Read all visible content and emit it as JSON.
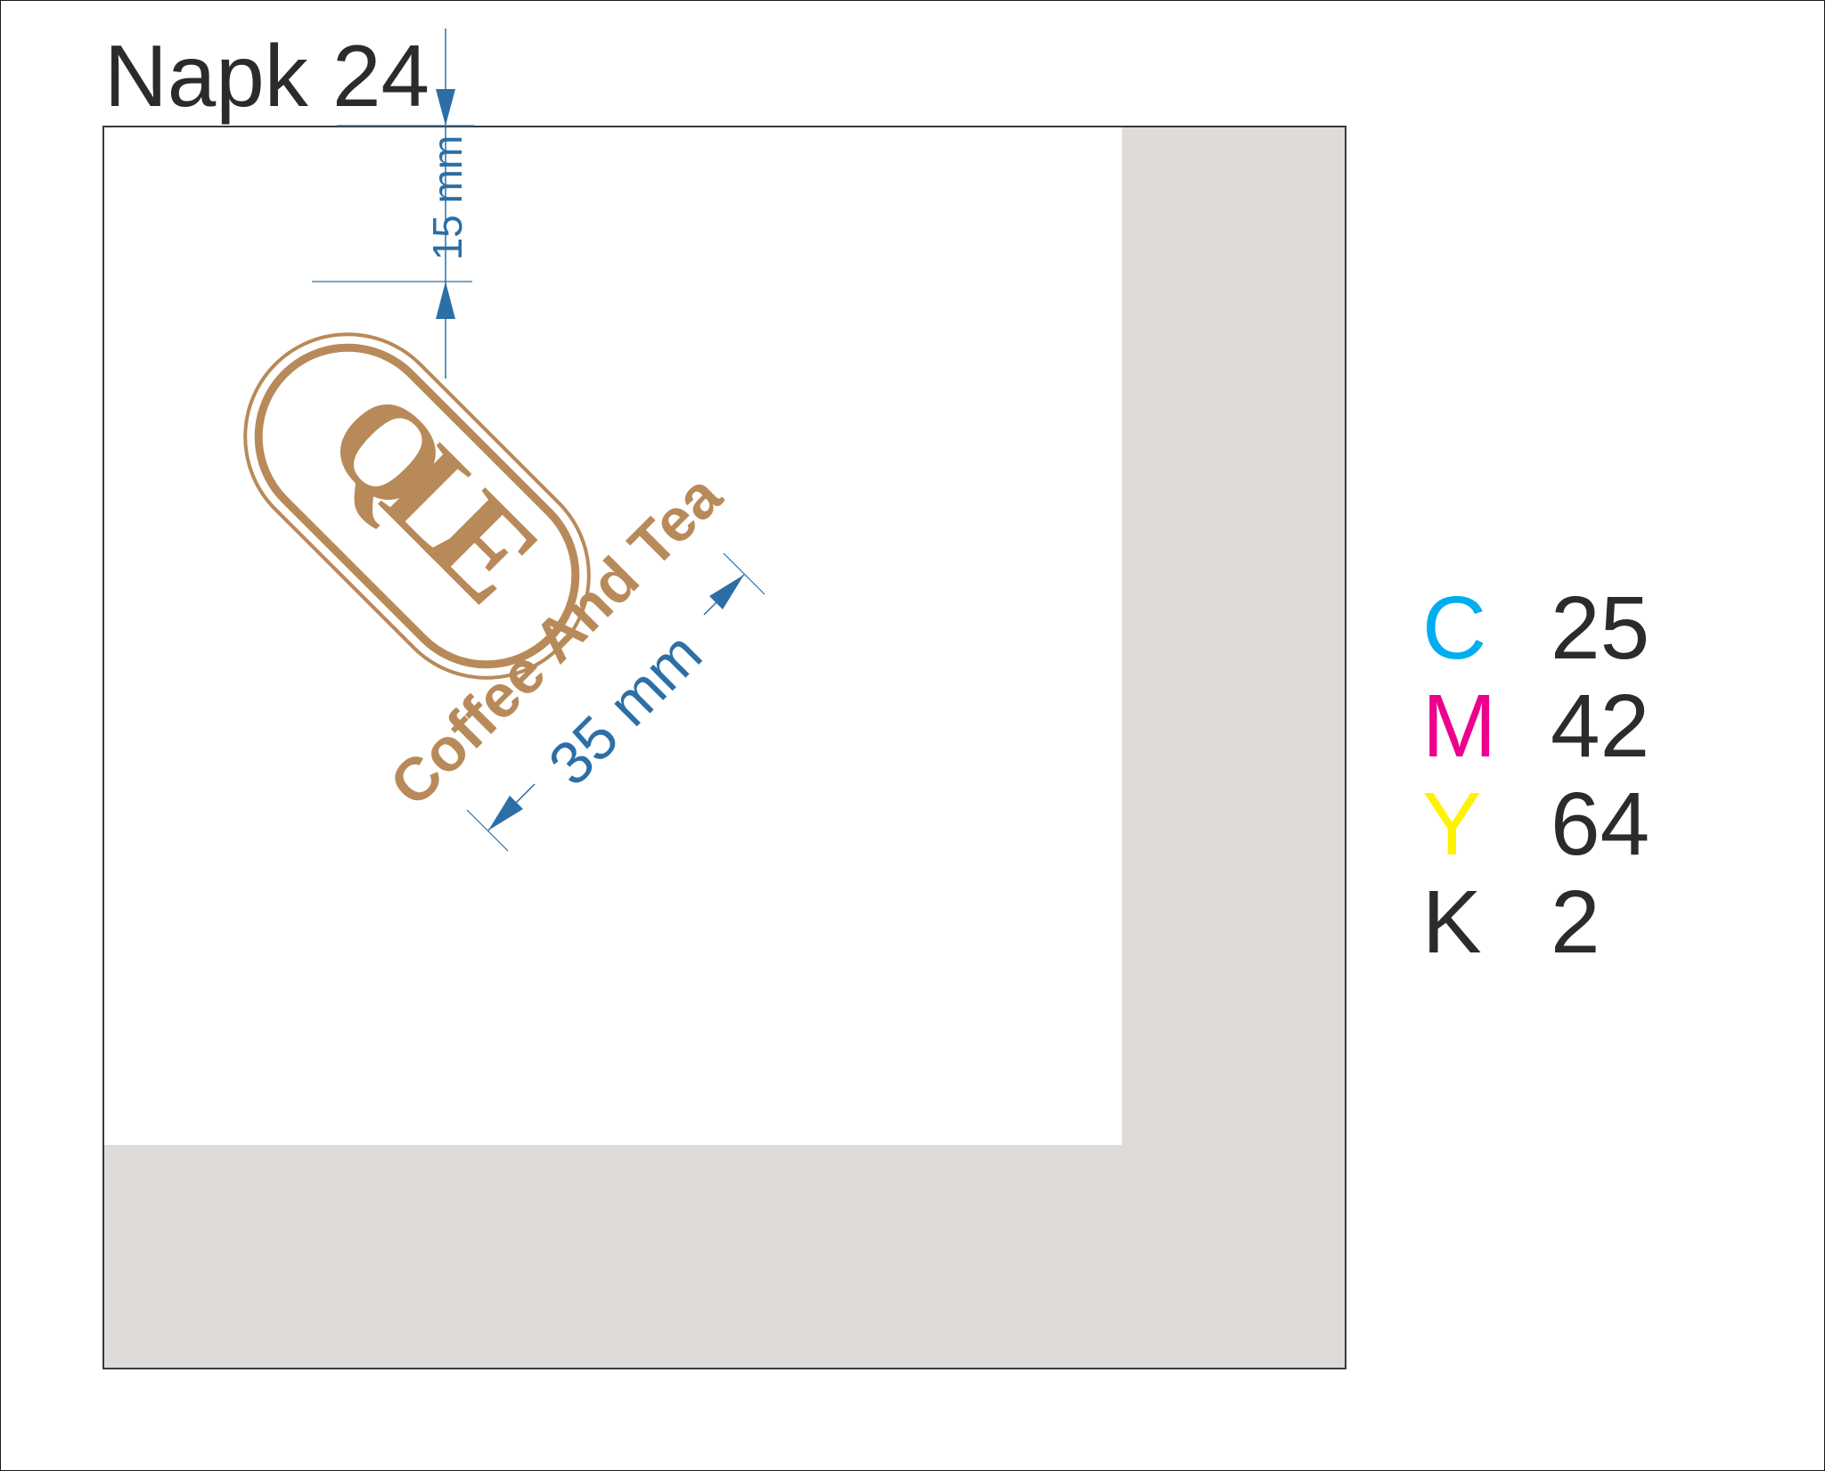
{
  "title": "Napk 24",
  "logo": {
    "monogram": "QLE",
    "text": "Coffee And Tea",
    "color": "#b88a5a"
  },
  "dimensions": {
    "top_margin": "15 mm",
    "logo_width": "35 mm",
    "color": "#2c6fa6"
  },
  "napkin": {
    "paper_color": "#ffffff",
    "border_color": "#dfdbd8"
  },
  "cmyk": [
    {
      "letter": "C",
      "value": "25",
      "color": "#00aeef"
    },
    {
      "letter": "M",
      "value": "42",
      "color": "#ec008c"
    },
    {
      "letter": "Y",
      "value": "64",
      "color": "#fff200"
    },
    {
      "letter": "K",
      "value": "2",
      "color": "#2b2b2b"
    }
  ]
}
